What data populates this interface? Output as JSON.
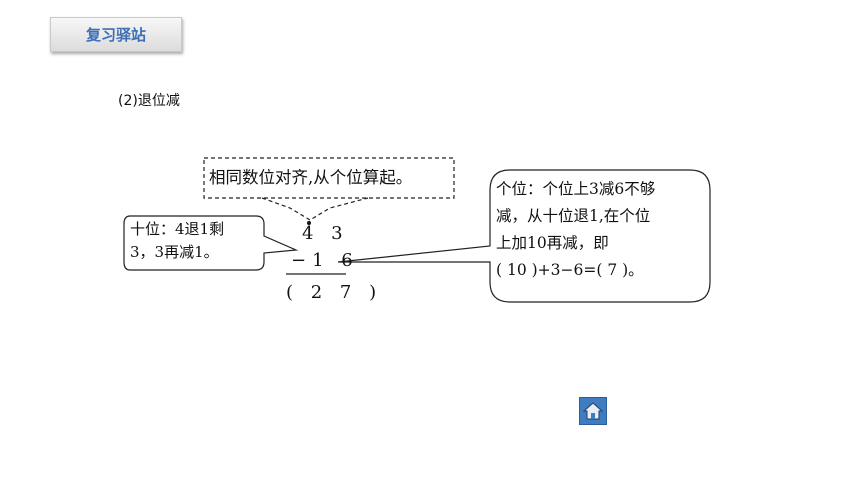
{
  "header": {
    "tab_label": "复习驿站"
  },
  "section": {
    "title": "(2)退位减"
  },
  "tips": {
    "top": "相同数位对齐,从个位算起。",
    "left": {
      "line1": "十位：4退1剩",
      "line2": "3，3再减1。"
    },
    "right": {
      "line1": "个位：个位上3减6不够",
      "line2": "减，从十位退1,在个位",
      "line3": "上加10再减，即",
      "line4": "( 10 )+3−6=( 7 )。"
    }
  },
  "calculation": {
    "minuend": "4 3",
    "subtrahend": "−1 6",
    "result": "( 2 7 )"
  },
  "nav": {
    "home_icon": "home-icon"
  }
}
